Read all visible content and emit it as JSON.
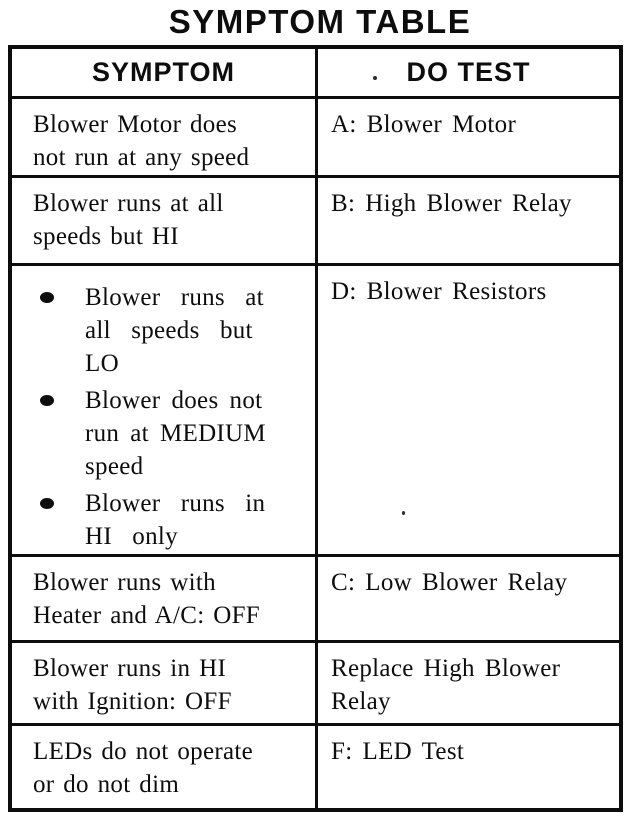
{
  "colors": {
    "ink": "#0d0d0d",
    "paper": "#ffffff"
  },
  "title": "SYMPTOM TABLE",
  "table": {
    "headers": {
      "symptom": "SYMPTOM",
      "do_test": "DO TEST"
    },
    "rows": [
      {
        "symptom": "Blower Motor does\nnot run at any speed",
        "do_test": "A: Blower Motor"
      },
      {
        "symptom": "Blower runs at all\nspeeds but HI",
        "do_test": "B: High Blower Relay"
      },
      {
        "symptom_bullets": [
          "Blower runs at\nall speeds but\nLO",
          "Blower does not\nrun at MEDIUM\nspeed",
          "Blower runs in\nHI only"
        ],
        "do_test": "D: Blower Resistors"
      },
      {
        "symptom": "Blower runs with\nHeater and A/C: OFF",
        "do_test": "C: Low Blower Relay"
      },
      {
        "symptom": "Blower runs in HI\nwith Ignition: OFF",
        "do_test": "Replace High Blower\nRelay"
      },
      {
        "symptom": "LEDs do not operate\nor do not dim",
        "do_test": "F: LED Test"
      }
    ]
  }
}
